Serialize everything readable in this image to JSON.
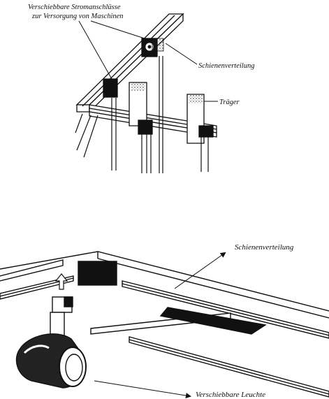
{
  "top_figure": {
    "label_sockets_line1": "Verschiebbare Stromanschlüsse",
    "label_sockets_line2": "zur Versorgung von Maschinen",
    "label_busway": "Schienenverteilung",
    "label_beam": "Träger"
  },
  "bottom_figure": {
    "label_busway": "Schienenverteilung",
    "label_luminaire": "Verschiebbare Leuchte"
  }
}
